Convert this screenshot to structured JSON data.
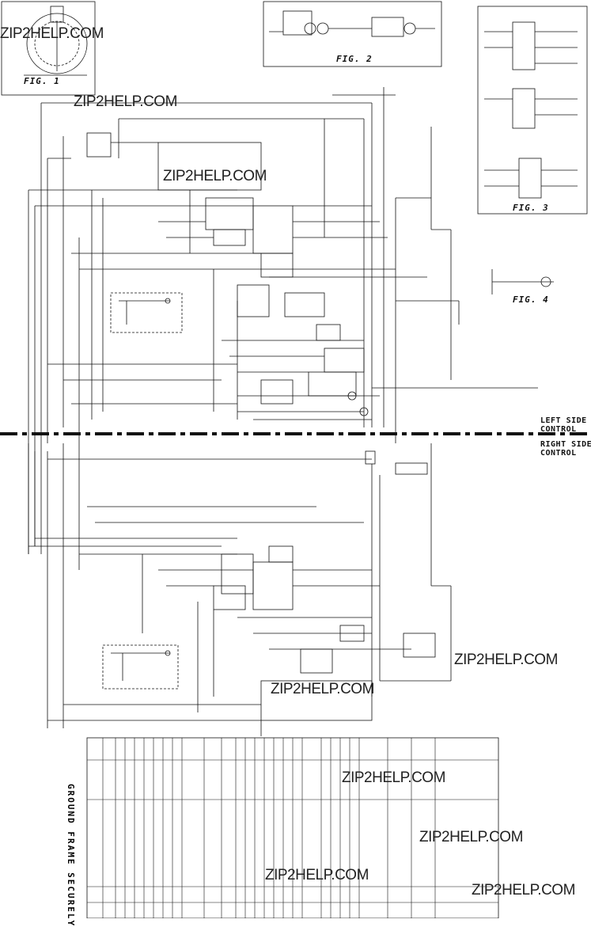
{
  "watermark": "ZIP2HELP.COM",
  "figures": {
    "fig1": "FIG. 1",
    "fig2": "FIG. 2",
    "fig3": "FIG. 3",
    "fig4": "FIG. 4"
  },
  "control_labels": {
    "left_line1": "LEFT SIDE",
    "left_line2": "CONTROL",
    "right_line1": "RIGHT SIDE",
    "right_line2": "CONTROL"
  },
  "ground_note": "GROUND FRAME SECURELY",
  "colors": {
    "ink": "#111111",
    "paper": "#ffffff"
  }
}
